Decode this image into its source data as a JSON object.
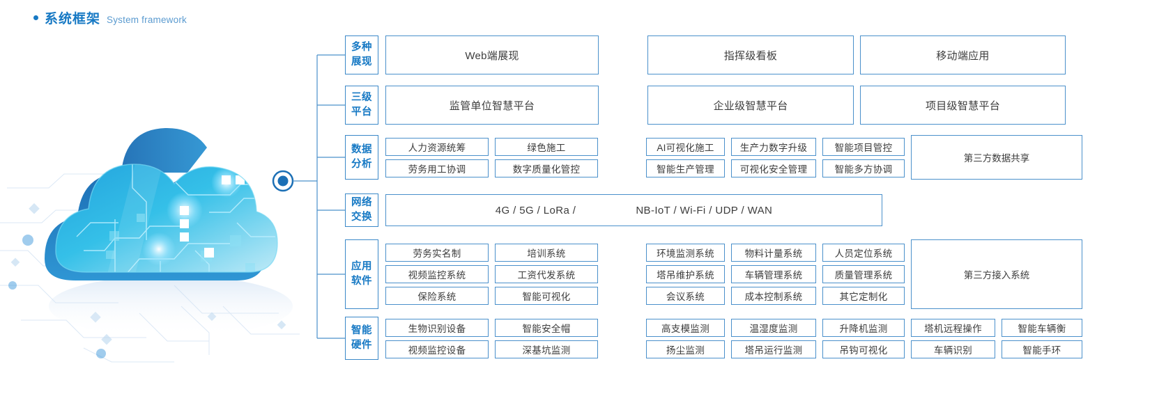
{
  "header": {
    "title_cn": "系统框架",
    "title_en": "System framework",
    "accent": "#1779c4",
    "bullet_icon": "dot-icon"
  },
  "illustration": {
    "name": "cloud-computing-illustration",
    "node_icon": "connector-node-icon"
  },
  "rows": [
    {
      "label_line1": "多种",
      "label_line2": "展现",
      "left": [
        [
          "Web端展现"
        ]
      ],
      "mid": [
        [
          "指挥级看板"
        ]
      ],
      "right": [
        [
          "移动端应用"
        ]
      ]
    },
    {
      "label_line1": "三级",
      "label_line2": "平台",
      "left": [
        [
          "监管单位智慧平台"
        ]
      ],
      "mid": [
        [
          "企业级智慧平台"
        ]
      ],
      "right": [
        [
          "项目级智慧平台"
        ]
      ]
    },
    {
      "label_line1": "数据",
      "label_line2": "分析",
      "left": [
        [
          "人力资源统筹",
          "绿色施工"
        ],
        [
          "劳务用工协调",
          "数字质量化管控"
        ]
      ],
      "mid": [
        [
          "AI可视化施工",
          "生产力数字升级",
          "智能项目管控"
        ],
        [
          "智能生产管理",
          "可视化安全管理",
          "智能多方协调"
        ]
      ],
      "side": "第三方数据共享"
    },
    {
      "label_line1": "网络",
      "label_line2": "交换",
      "network": [
        "4G / 5G / LoRa /",
        "NB-IoT / Wi-Fi / UDP / WAN"
      ]
    },
    {
      "label_line1": "应用",
      "label_line2": "软件",
      "left": [
        [
          "劳务实名制",
          "培训系统"
        ],
        [
          "视频监控系统",
          "工资代发系统"
        ],
        [
          "保险系统",
          "智能可视化"
        ]
      ],
      "mid": [
        [
          "环境监测系统",
          "物料计量系统",
          "人员定位系统"
        ],
        [
          "塔吊维护系统",
          "车辆管理系统",
          "质量管理系统"
        ],
        [
          "会议系统",
          "成本控制系统",
          "其它定制化"
        ]
      ],
      "side": "第三方接入系统"
    },
    {
      "label_line1": "智能",
      "label_line2": "硬件",
      "left": [
        [
          "生物识别设备",
          "智能安全帽"
        ],
        [
          "视频监控设备",
          "深基坑监测"
        ]
      ],
      "mid": [
        [
          "高支模监测",
          "温湿度监测",
          "升降机监测"
        ],
        [
          "扬尘监测",
          "塔吊运行监测",
          "吊钩可视化"
        ]
      ],
      "extra": [
        [
          "塔机远程操作",
          "智能车辆衡"
        ],
        [
          "车辆识别",
          "智能手环"
        ]
      ]
    }
  ],
  "colors": {
    "border": "#4a90cb",
    "label_text": "#1779c4",
    "cell_text": "#3c3c3c",
    "cloud_dark": "#1b72b8",
    "cloud_light": "#4fc6e8"
  }
}
